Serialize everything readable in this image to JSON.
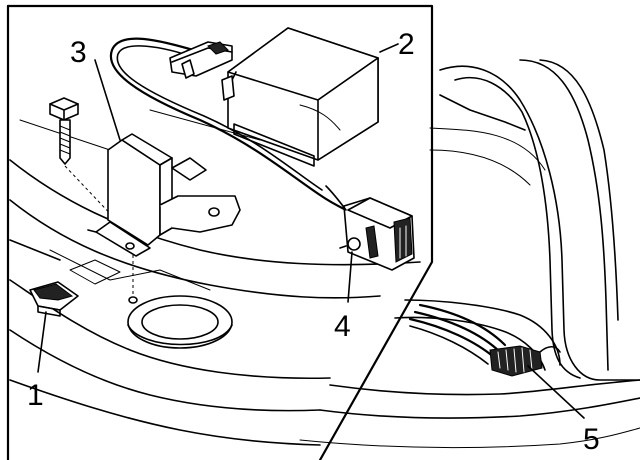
{
  "callouts": {
    "c1": "1",
    "c2": "2",
    "c3": "3",
    "c4": "4",
    "c5": "5"
  },
  "parts": {
    "p1": "1",
    "p2": "2",
    "p3": "3",
    "p4": "4",
    "p5": "5"
  }
}
